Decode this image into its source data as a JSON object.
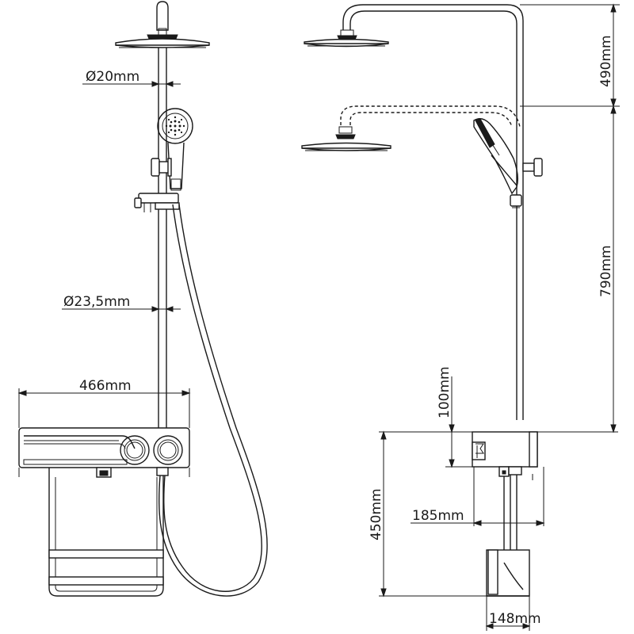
{
  "labels": {
    "rod_diameter_top": "Ø20mm",
    "rod_diameter_bottom": "Ø23,5mm",
    "width_panel": "466mm",
    "height_top": "490mm",
    "height_rail": "790mm",
    "height_panel": "100mm",
    "height_body": "450mm",
    "depth_shelf": "185mm",
    "depth_base": "148mm"
  }
}
